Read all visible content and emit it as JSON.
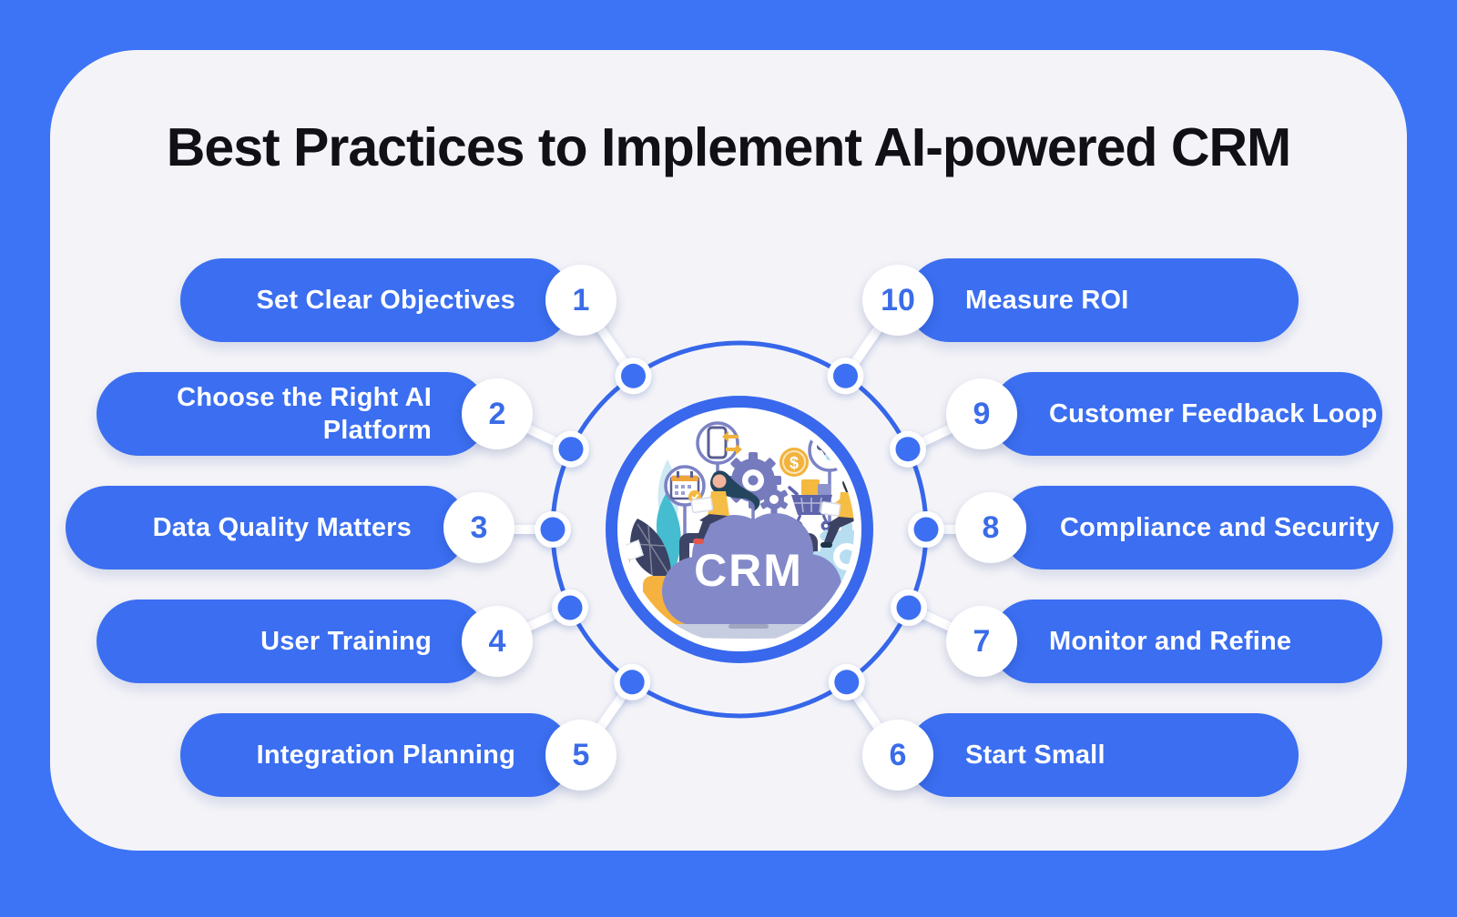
{
  "title": "Best Practices to Implement AI-powered CRM",
  "center": {
    "label": "CRM",
    "illustration_icons": [
      "smartphone-icon",
      "calendar-icon",
      "gear-icon",
      "small-gear-icon",
      "dollar-coin-icon",
      "chat-bubbles-icon",
      "shopping-cart-icon",
      "cloud-icon",
      "laptop-icon",
      "leaves-icon",
      "woman-with-laptop",
      "man-with-laptop",
      "sky-gear-icon"
    ]
  },
  "steps": [
    {
      "number": "1",
      "label": "Set Clear Objectives",
      "side": "left"
    },
    {
      "number": "2",
      "label": "Choose the Right AI Platform",
      "side": "left"
    },
    {
      "number": "3",
      "label": "Data Quality Matters",
      "side": "left"
    },
    {
      "number": "4",
      "label": "User Training",
      "side": "left"
    },
    {
      "number": "5",
      "label": "Integration Planning",
      "side": "left"
    },
    {
      "number": "6",
      "label": "Start Small",
      "side": "right"
    },
    {
      "number": "7",
      "label": "Monitor and Refine",
      "side": "right"
    },
    {
      "number": "8",
      "label": "Compliance and Security",
      "side": "right"
    },
    {
      "number": "9",
      "label": "Customer Feedback Loop",
      "side": "right"
    },
    {
      "number": "10",
      "label": "Measure ROI",
      "side": "right"
    }
  ],
  "colors": {
    "background_blue": "#3d73f5",
    "card_background": "#f4f4f8",
    "pill_blue": "#3b6ef0",
    "number_blue": "#3a6ce8",
    "ring_blue": "#3666e9",
    "title_black": "#101016",
    "illustration_slate": "#8388c9",
    "illustration_yellow": "#f5b93f",
    "illustration_teal": "#45bccf",
    "illustration_sky": "#b7ddf1"
  }
}
